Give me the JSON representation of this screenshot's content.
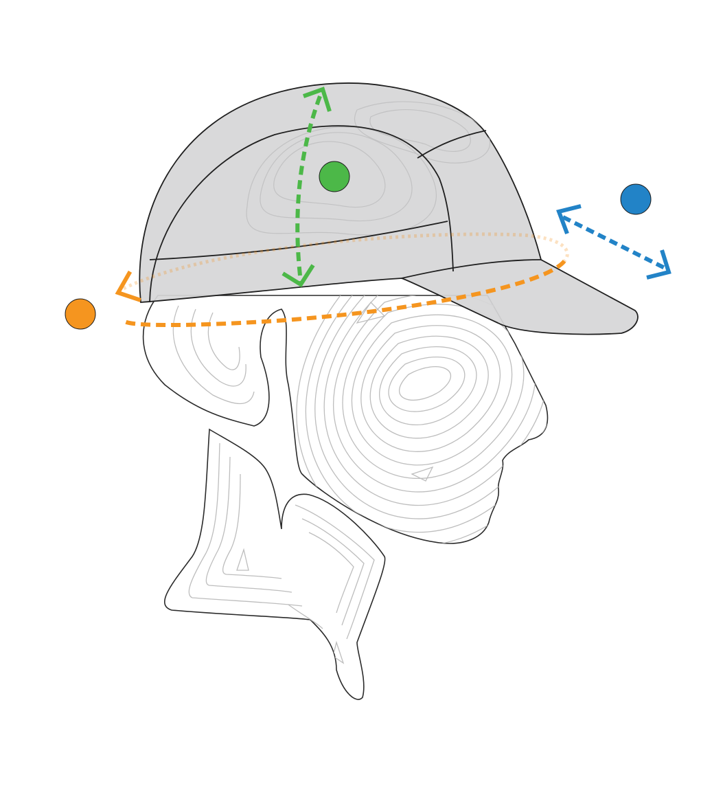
{
  "colors": {
    "background": "#ffffff",
    "cap_fill": "#d6d6d7",
    "cap_stroke": "#1f1f1f",
    "head_outline": "#2a2a2a",
    "head_contour": "#bdbdbd",
    "head_fill": "#ffffff",
    "depth_indicator": "#4cb848",
    "circumference_indicator": "#f5951f",
    "brim_indicator": "#2283c7"
  },
  "markers": [
    {
      "id": "depth",
      "color": "#4cb848",
      "icon": "green-dot-marker"
    },
    {
      "id": "circumference",
      "color": "#f5951f",
      "icon": "orange-dot-marker"
    },
    {
      "id": "brim",
      "color": "#2283c7",
      "icon": "blue-dot-marker"
    }
  ],
  "icons": {
    "head": "head-profile-icon",
    "cap": "baseball-cap-icon",
    "depth_arrow": "double-arrow-vertical-icon",
    "circumference_arrow": "ellipse-arrow-icon",
    "brim_arrow": "double-arrow-diagonal-icon"
  }
}
